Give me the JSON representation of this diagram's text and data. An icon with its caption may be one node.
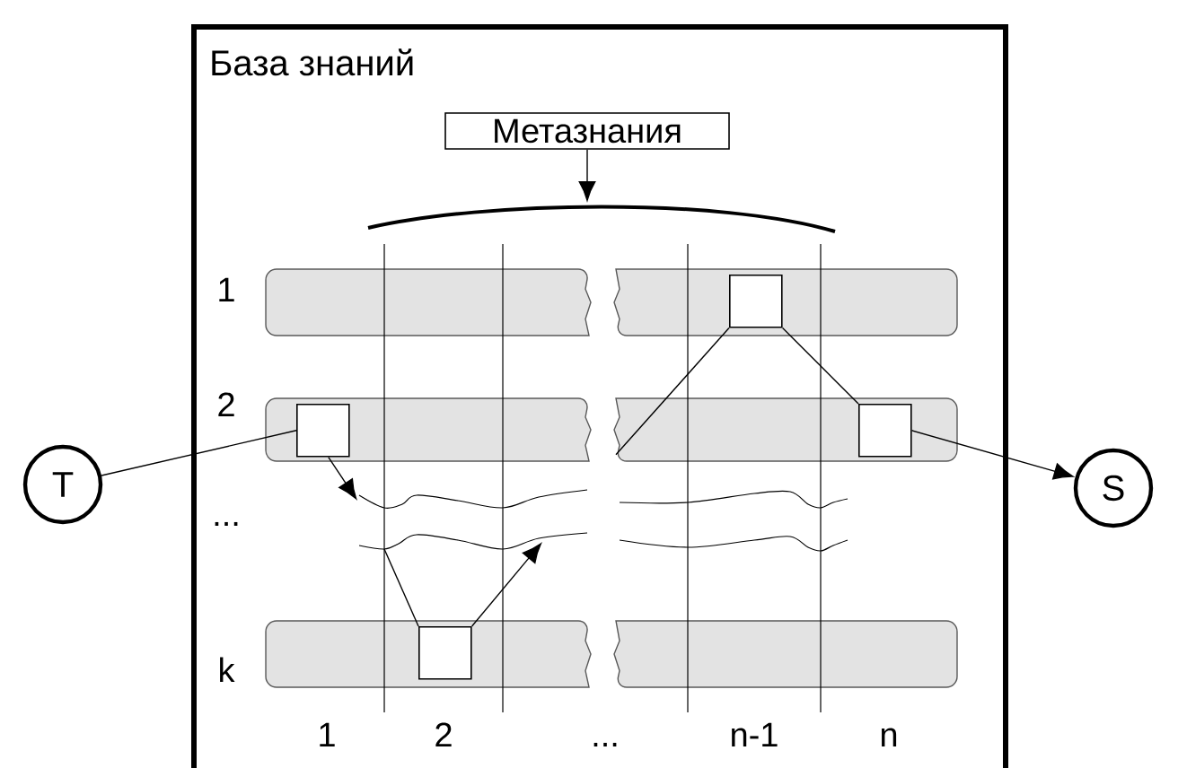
{
  "diagram": {
    "nodes": [
      {
        "text": [
          "База знаний"
        ]
      },
      {
        "text": [
          "Метазнания"
        ],
        "in": 0
      },
      {
        "text": [],
        "shape": "bar",
        "in": 0,
        "beside": [
          "1"
        ]
      },
      {
        "text": [],
        "shape": "box",
        "in": 2
      },
      {
        "text": [
          "T"
        ]
      },
      {
        "text": [],
        "shape": "bar",
        "in": 0,
        "beside": [
          "2"
        ]
      },
      {
        "text": [],
        "shape": "box",
        "in": 5
      },
      {
        "text": [],
        "shape": "box",
        "in": 5
      },
      {
        "text": [
          "S"
        ]
      },
      {
        "text": [],
        "shape": "bar",
        "in": 0,
        "beside": [
          "k"
        ]
      },
      {
        "text": [],
        "shape": "box",
        "in": 9
      },
      {
        "text": [],
        "shape": "arc",
        "in": 0
      }
    ],
    "edges": [
      {
        "from": 1,
        "to": 11,
        "arrow": "to"
      },
      {
        "from": 4,
        "to": 6,
        "arrow": "none"
      },
      {
        "from": 3,
        "to": 7,
        "arrow": "none"
      },
      {
        "from": 3,
        "to": 5,
        "arrow": "none"
      },
      {
        "from": 7,
        "to": 8,
        "arrow": "to"
      },
      {
        "from": 6,
        "to": null,
        "arrow": "to"
      },
      {
        "from": 10,
        "to": null,
        "arrow": "none"
      },
      {
        "from": 10,
        "to": null,
        "arrow": "to"
      }
    ],
    "labels": [
      "...",
      "1",
      "2",
      "...",
      "n-1",
      "n"
    ]
  }
}
